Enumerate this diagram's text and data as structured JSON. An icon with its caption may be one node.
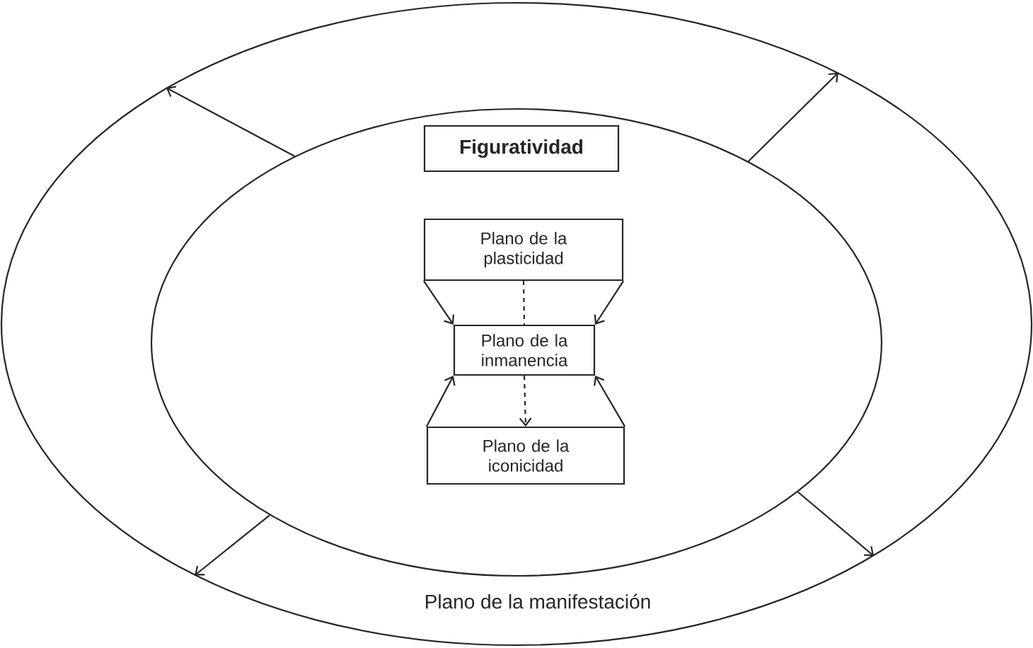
{
  "diagram": {
    "nodes": [
      {
        "text": [
          "Plano de la manifestación"
        ]
      },
      {
        "text": [],
        "shape": "ellipse",
        "in": 0
      },
      {
        "text": [
          "Figuratividad"
        ],
        "in": 1
      },
      {
        "text": [
          "Plano de la plasticidad"
        ],
        "in": 1
      },
      {
        "text": [
          "Plano de la inmanencia"
        ],
        "in": 1
      },
      {
        "text": [
          "Plano de la iconicidad"
        ],
        "in": 1
      }
    ],
    "edges": [
      {
        "from": 1,
        "to": 0,
        "arrow": "to"
      },
      {
        "from": 1,
        "to": 0,
        "arrow": "to"
      },
      {
        "from": 1,
        "to": 0,
        "arrow": "to"
      },
      {
        "from": 1,
        "to": 0,
        "arrow": "to"
      },
      {
        "from": 3,
        "to": 4,
        "arrow": "to"
      },
      {
        "from": 3,
        "to": 4,
        "arrow": "none",
        "style": "dashed"
      },
      {
        "from": 3,
        "to": 4,
        "arrow": "to"
      },
      {
        "from": 5,
        "to": 4,
        "arrow": "to"
      },
      {
        "from": 4,
        "to": 5,
        "arrow": "to",
        "style": "dashed"
      },
      {
        "from": 5,
        "to": 4,
        "arrow": "to"
      }
    ]
  }
}
